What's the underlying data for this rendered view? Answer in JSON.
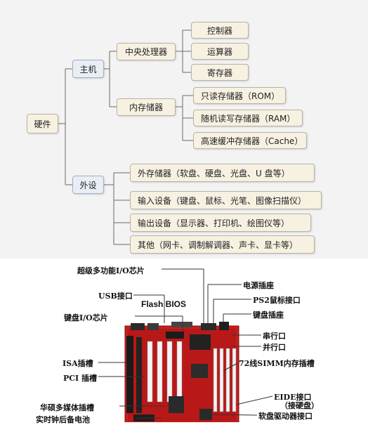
{
  "tree": {
    "root": "硬件",
    "host": {
      "label": "主机",
      "cpu": {
        "label": "中央处理器",
        "children": [
          "控制器",
          "运算器",
          "寄存器"
        ]
      },
      "memory": {
        "label": "内存储器",
        "children": [
          "只读存储器（ROM）",
          "随机读写存储器（RAM）",
          "高速缓冲存储器（Cache）"
        ]
      }
    },
    "peripheral": {
      "label": "外设",
      "children": [
        "外存储器（软盘、硬盘、光盘、U 盘等）",
        "输入设备（键盘、鼠标、光笔、图像扫描仪）",
        "输出设备（显示器、打印机、绘图仪等）",
        "其他（网卡、调制解调器、声卡、显卡等）"
      ]
    }
  },
  "board": {
    "labels": {
      "superio": "超级多功能I/O芯片",
      "usb": "USB接口",
      "flashbios": "Flash BIOS",
      "keyboard_io": "键盘I/O芯片",
      "isa": "ISA插槽",
      "pci": "PCI 插槽",
      "multimedia": "华硕多媒体插槽",
      "rtc_battery": "实时钟后备电池",
      "power": "电源插座",
      "ps2": "PS2鼠标接口",
      "kbd_socket": "键盘插座",
      "serial": "串行口",
      "parallel": "并行口",
      "simm": "72线SIMM内存插槽",
      "eide": "EIDE接口",
      "eide_sub": "（接硬盘）",
      "floppy": "软盘驱动器接口"
    }
  }
}
